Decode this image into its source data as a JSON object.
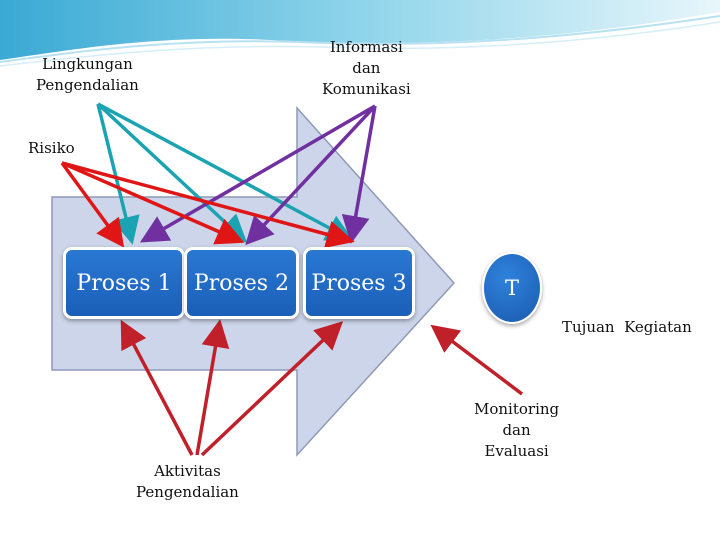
{
  "labels": {
    "lingkungan": [
      "Lingkungan",
      "Pengendalian"
    ],
    "informasi": [
      "Informasi",
      "dan",
      "Komunikasi"
    ],
    "risiko": "Risiko",
    "aktivitas": [
      "Aktivitas",
      "Pengendalian"
    ],
    "monitoring": [
      "Monitoring",
      "dan",
      "Evaluasi"
    ],
    "tujuan": "Tujuan  Kegiatan"
  },
  "processes": [
    "Proses  1",
    "Proses 2",
    "Proses 3"
  ],
  "goal_symbol": "T",
  "colors": {
    "teal_arrow": "#1ba3b2",
    "purple_arrow": "#7030a0",
    "red_arrow": "#e01515",
    "dark_red_arrow": "#c0202a",
    "process_fill": "#1f66c2",
    "chevron_fill": "#cdd5ea",
    "header_wave": "#4ab3d8"
  }
}
